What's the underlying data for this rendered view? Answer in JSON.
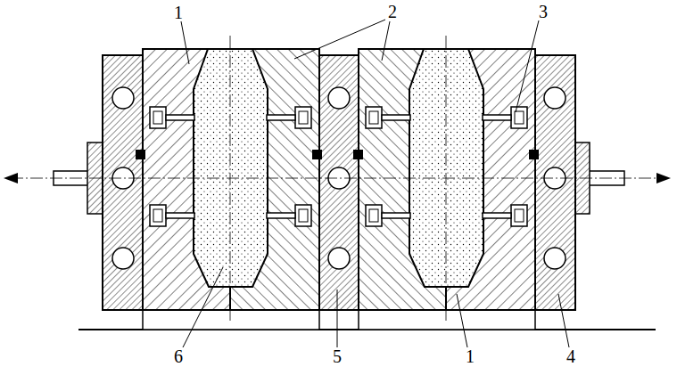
{
  "diagram": {
    "labels": [
      "1",
      "2",
      "3",
      "6",
      "5",
      "1",
      "4"
    ]
  }
}
